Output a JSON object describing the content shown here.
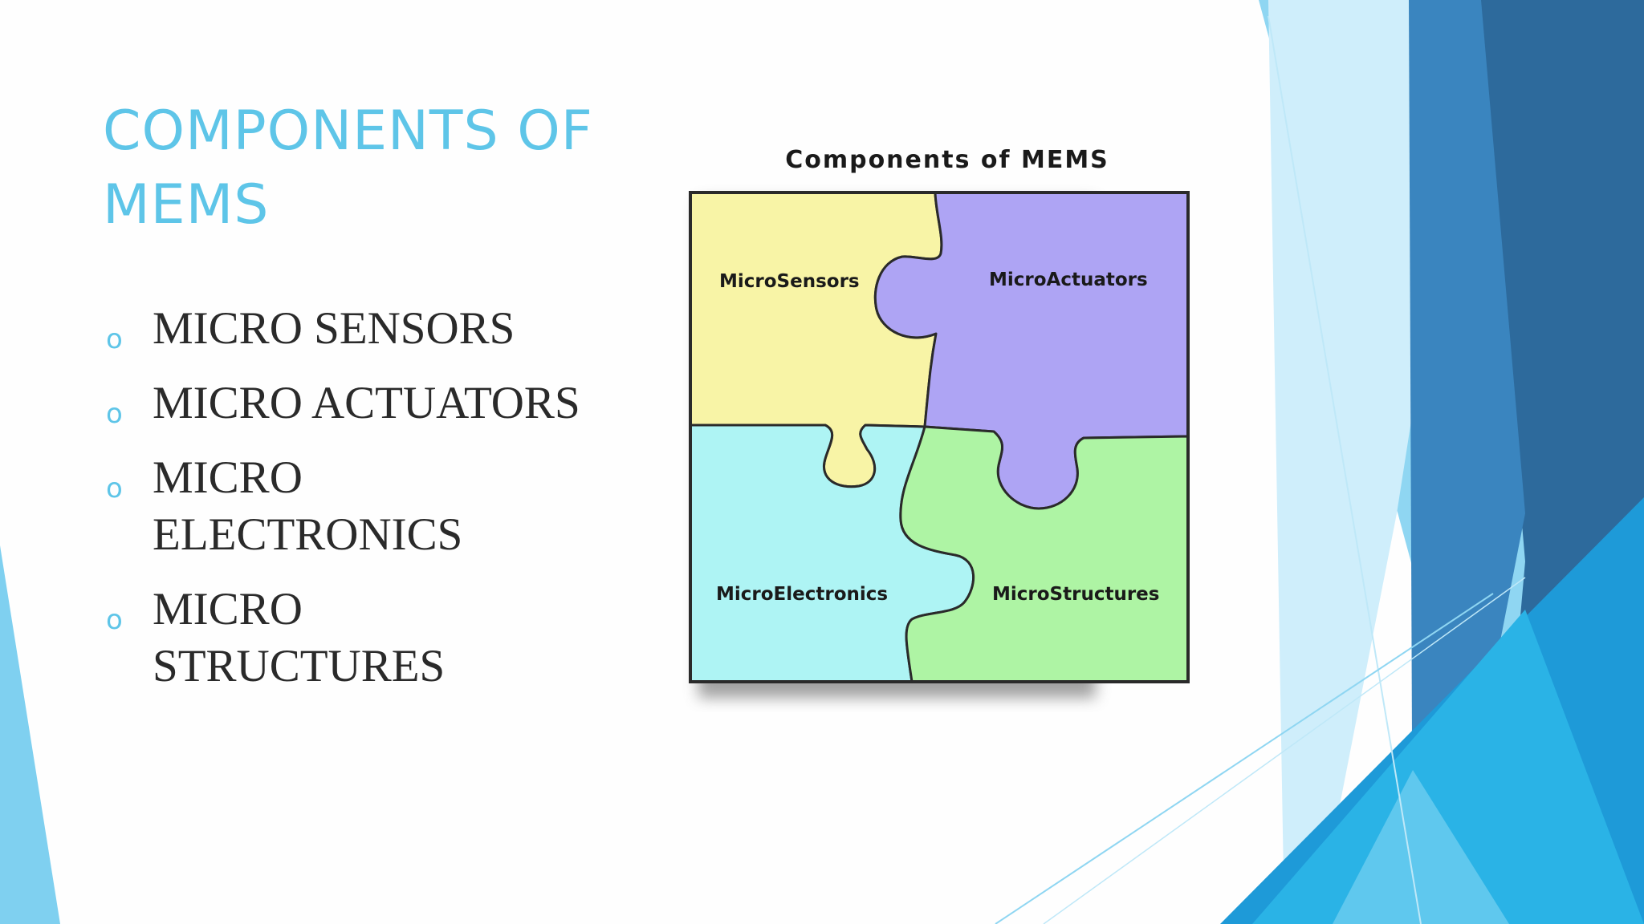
{
  "slide": {
    "title": "COMPONENTS OF MEMS",
    "bullet_marker": "o",
    "bullets": [
      "MICRO SENSORS",
      "MICRO ACTUATORS",
      "MICRO ELECTRONICS",
      "MICRO STRUCTURES"
    ]
  },
  "diagram": {
    "title": "Components of MEMS",
    "pieces": [
      {
        "label": "MicroSensors",
        "color": "#f8f4a6"
      },
      {
        "label": "MicroActuators",
        "color": "#aea4f4"
      },
      {
        "label": "MicroElectronics",
        "color": "#aef4f4"
      },
      {
        "label": "MicroStructures",
        "color": "#aef4a4"
      }
    ]
  },
  "theme": {
    "accent": "#5ec5e8",
    "dark_blue": "#2d6a9c",
    "mid_blue": "#1e8fcf",
    "light_blue": "#7fd0f0"
  }
}
